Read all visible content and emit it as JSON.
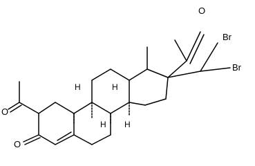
{
  "molecule": {
    "atom_labels": {
      "o_ketone_top": "O",
      "o_ketone_left": "O",
      "o_ketone_ring": "O",
      "br_upper": "Br",
      "br_lower": "Br"
    },
    "stereo_h_labels": {
      "h_c9": "H",
      "h_c8": "H",
      "h_c10": "H",
      "h_c14": "H"
    }
  }
}
